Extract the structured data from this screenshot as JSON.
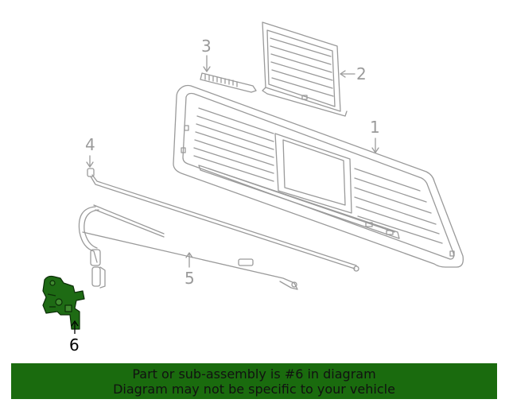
{
  "diagram": {
    "callouts": [
      {
        "id": "1",
        "label": "1"
      },
      {
        "id": "2",
        "label": "2"
      },
      {
        "id": "3",
        "label": "3"
      },
      {
        "id": "4",
        "label": "4"
      },
      {
        "id": "5",
        "label": "5"
      },
      {
        "id": "6",
        "label": "6"
      }
    ],
    "highlighted_part": "6",
    "colors": {
      "line": "#9a9a9a",
      "highlight_fill": "#1e6b14",
      "highlight_stroke": "#0c2e08",
      "banner_bg": "#1a6b0e",
      "banner_text": "#111111"
    }
  },
  "banner": {
    "line1": "Part or sub-assembly is #6 in diagram",
    "line2": "Diagram may not be specific to your vehicle"
  }
}
